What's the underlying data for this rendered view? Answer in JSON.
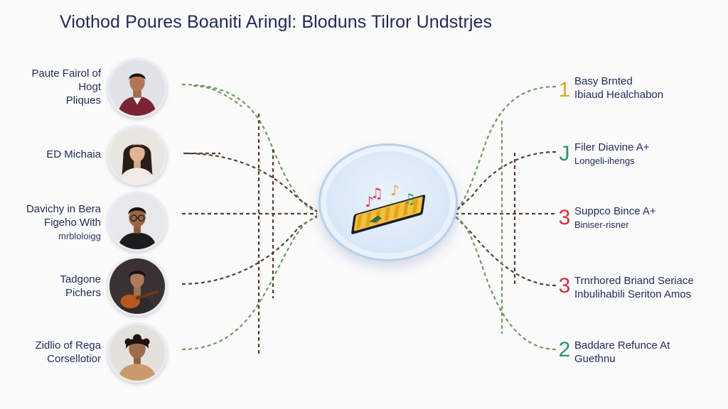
{
  "title": "Viothod Poures Boaniti Aringl: Bloduns Tilror Undstrjes",
  "left_items": [
    {
      "lines": [
        "Paute Fairol of",
        "Hogt",
        "Pliques"
      ],
      "avatar": "person-blazer-icon"
    },
    {
      "lines": [
        "ED Michaia"
      ],
      "avatar": "person-woman-icon"
    },
    {
      "lines": [
        "Davichy in Bera",
        "Figeho With"
      ],
      "sub": "mrbloloigg",
      "avatar": "person-glasses-icon"
    },
    {
      "lines": [
        "Tadgone",
        "Pichers"
      ],
      "avatar": "person-guitar-icon"
    },
    {
      "lines": [
        "Zidlio of Rega",
        "Corsellotior"
      ],
      "avatar": "person-curly-icon"
    }
  ],
  "right_items": [
    {
      "number": "1",
      "color": "#e0a52a",
      "line1": "Basy Brnted",
      "line2": "Ibiaud Healchabon"
    },
    {
      "number": "J",
      "color": "#2f8f6b",
      "line1": "Filer Diavine A+",
      "line2": "Longeli-ihengs"
    },
    {
      "number": "3",
      "color": "#d03040",
      "line1": "Suppco Bince A+",
      "line2": "Biniser-risner"
    },
    {
      "number": "3",
      "color": "#d03040",
      "line1": "Trnrhored Briand Seriace",
      "line2": "Inbulihabili Seriton Amos"
    },
    {
      "number": "2",
      "color": "#2f8f6b",
      "line1": "Baddare Refunce At",
      "line2": "Guethnu"
    }
  ],
  "colors": {
    "connector_green": "#6f9a5e",
    "connector_brown": "#5a3f2e",
    "title": "#1f2a55"
  },
  "center_icon": "keyboard-music-notes-icon"
}
